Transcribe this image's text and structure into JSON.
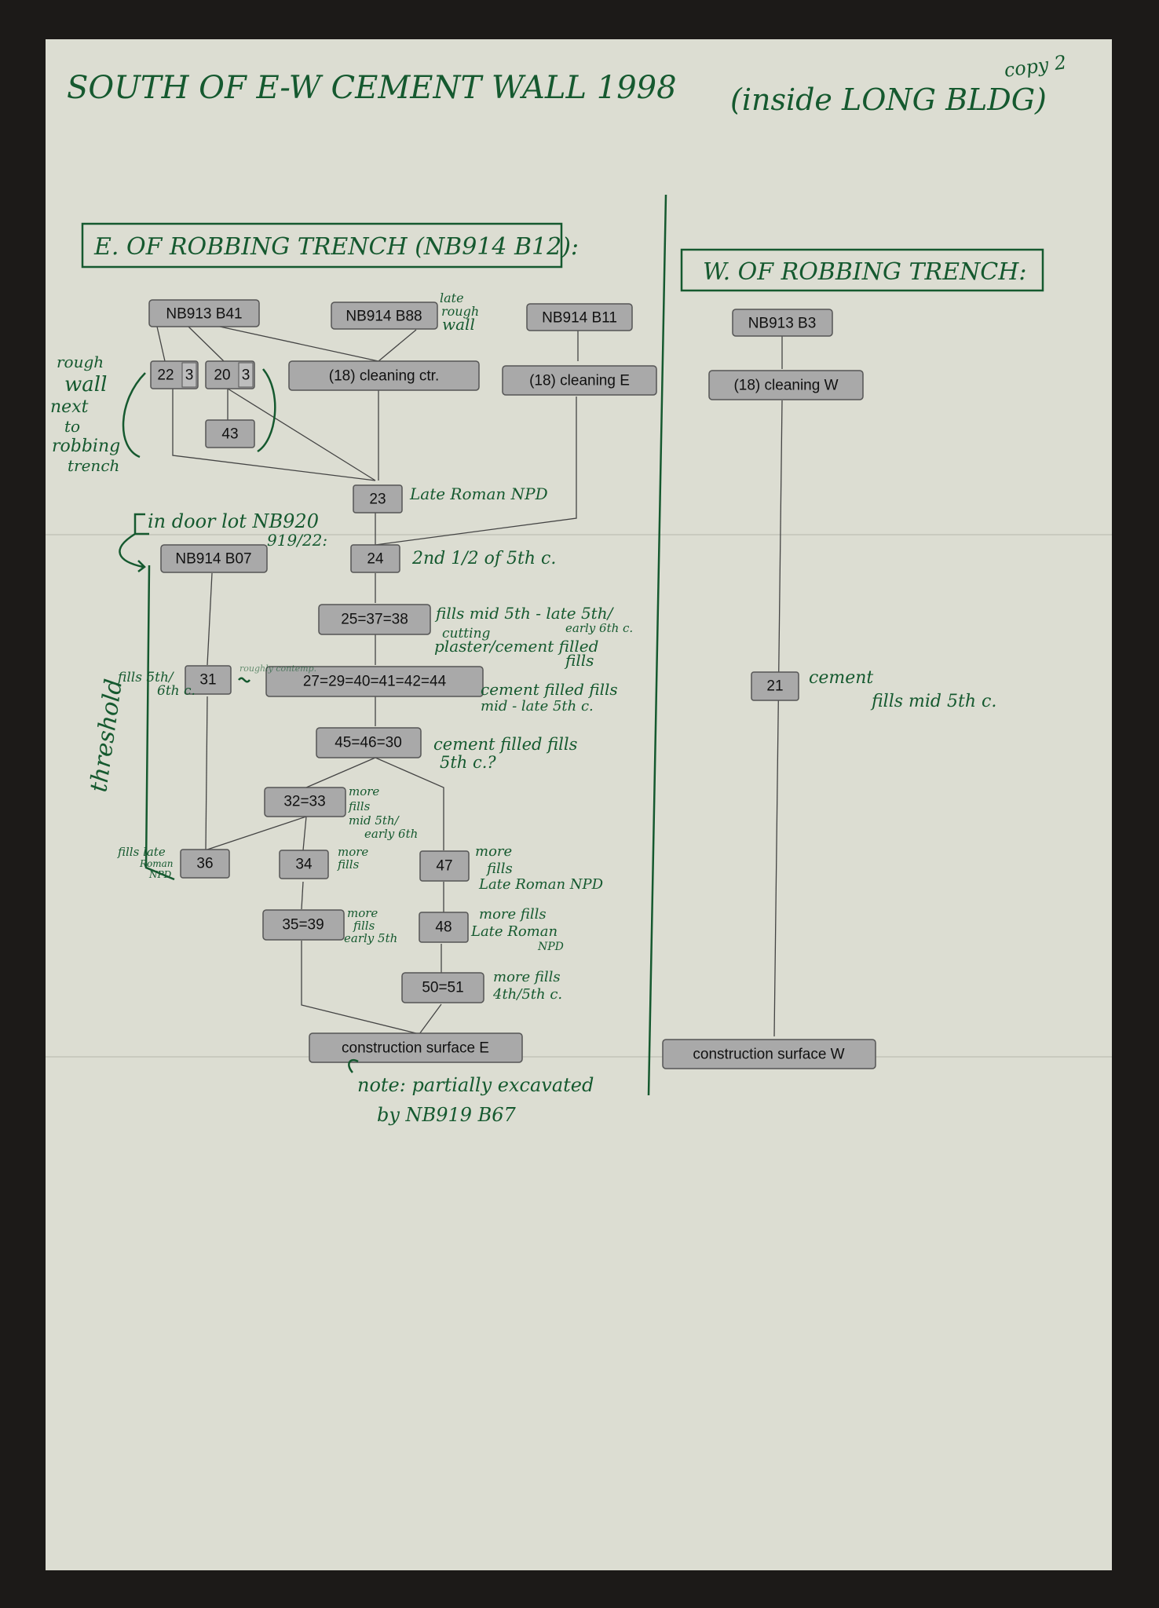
{
  "title": "SOUTH OF E-W CEMENT WALL 1998",
  "title_note": "(inside LONG BLDG)",
  "copy_mark": "copy 2",
  "east_heading": "E. OF ROBBING TRENCH (NB914 B12):",
  "west_heading": "W. OF ROBBING TRENCH:",
  "nodes": {
    "b41": "NB913 B41",
    "b88": "NB914 B88",
    "b11": "NB914 B11",
    "b3": "NB913 B3",
    "n22": "22",
    "n22s": "3",
    "n20": "20",
    "n20s": "3",
    "n43": "43",
    "clctr": "(18) cleaning ctr.",
    "clE": "(18) cleaning E",
    "clW": "(18) cleaning W",
    "n23": "23",
    "b07": "NB914 B07",
    "n24": "24",
    "n25": "25=37=38",
    "n31": "31",
    "n27": "27=29=40=41=42=44",
    "n45": "45=46=30",
    "n32": "32=33",
    "n36": "36",
    "n34": "34",
    "n47": "47",
    "n35": "35=39",
    "n48": "48",
    "n50": "50=51",
    "n21": "21",
    "csE": "construction surface E",
    "csW": "construction surface W"
  },
  "notes": {
    "late_rough_wall": [
      "late",
      "rough",
      "wall"
    ],
    "rough_wall": [
      "rough",
      "wall",
      "next",
      "to",
      "robbing",
      "trench"
    ],
    "n23": "Late Roman NPD",
    "indoor": [
      "in door lot NB920",
      "919/22:"
    ],
    "n24": "2nd 1/2 of 5th c.",
    "n25": [
      "fills mid 5th - late 5th/",
      "early 6th c.",
      "cutting",
      "plaster/cement filled",
      "fills"
    ],
    "n31": [
      "fills 5th/",
      "6th c."
    ],
    "roughly": "roughly contemp.",
    "threshold": "threshold",
    "n27": [
      "cement filled fills",
      "mid - late 5th c."
    ],
    "n45": [
      "cement filled fills",
      "5th c.?"
    ],
    "n32": [
      "more",
      "fills",
      "mid 5th/",
      "early 6th"
    ],
    "n36": [
      "fills late",
      "Roman",
      "NPD"
    ],
    "n34": [
      "more",
      "fills"
    ],
    "n47": [
      "more",
      "fills",
      "Late Roman NPD"
    ],
    "n35": [
      "more",
      "fills",
      "early 5th"
    ],
    "n48": [
      "more fills",
      "Late Roman",
      "NPD"
    ],
    "n50": [
      "more fills",
      "4th/5th c."
    ],
    "n21": [
      "cement",
      "fills  mid 5th c."
    ],
    "bottom": [
      "note: partially excavated",
      "by NB919 B67"
    ]
  }
}
